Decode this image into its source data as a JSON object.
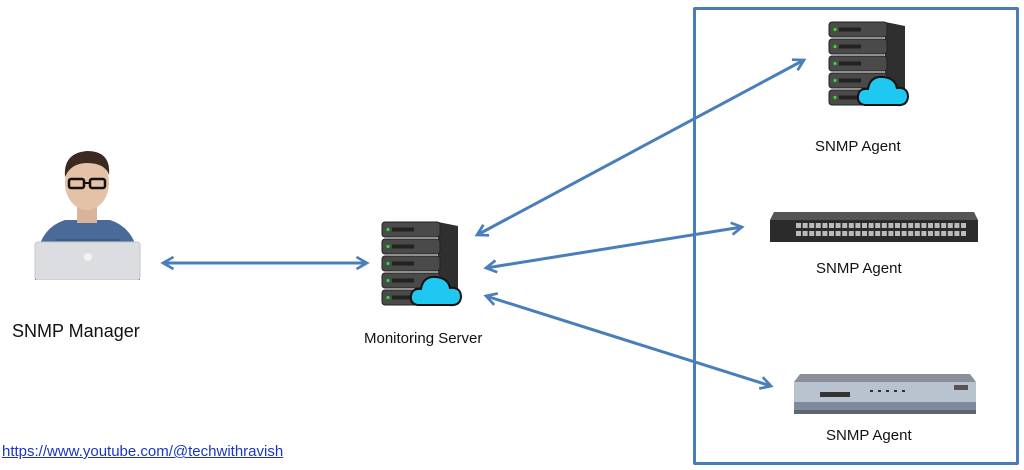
{
  "diagram": {
    "manager": {
      "label": "SNMP Manager",
      "icon": "person-laptop-icon"
    },
    "server": {
      "label": "Monitoring Server",
      "icon": "server-cloud-icon"
    },
    "agents": [
      {
        "label": "SNMP Agent",
        "icon": "server-cloud-icon"
      },
      {
        "label": "SNMP Agent",
        "icon": "network-switch-icon"
      },
      {
        "label": "SNMP Agent",
        "icon": "router-icon"
      }
    ],
    "connections": [
      {
        "from": "SNMP Manager",
        "to": "Monitoring Server",
        "direction": "bidirectional"
      },
      {
        "from": "Monitoring Server",
        "to": "SNMP Agent 1",
        "direction": "bidirectional"
      },
      {
        "from": "Monitoring Server",
        "to": "SNMP Agent 2",
        "direction": "bidirectional"
      },
      {
        "from": "Monitoring Server",
        "to": "SNMP Agent 3",
        "direction": "bidirectional"
      }
    ],
    "colors": {
      "arrow": "#4a7ebb",
      "box": "#4a7ebb",
      "cloud": "#1ec8f0",
      "link": "#1a35c8"
    }
  },
  "footer": {
    "link_text": "https://www.youtube.com/@techwithravish"
  }
}
